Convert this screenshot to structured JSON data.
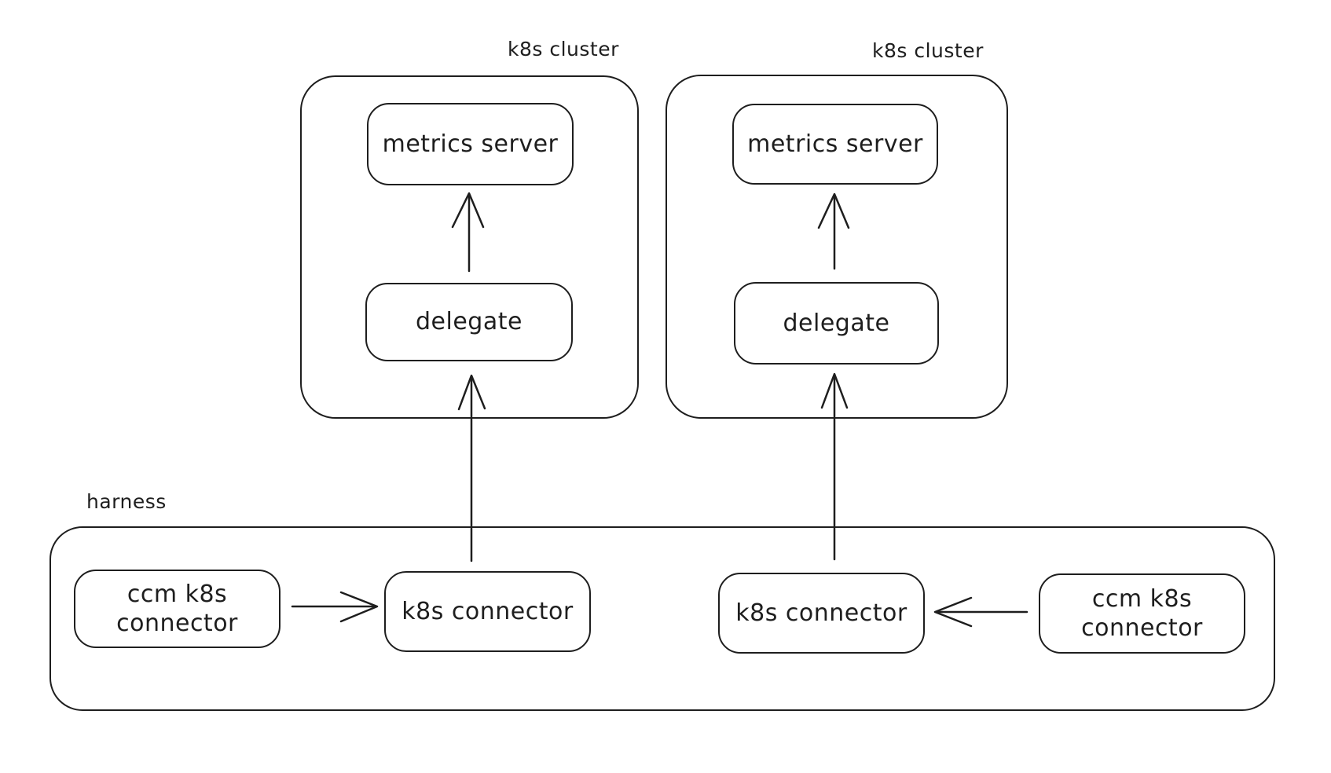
{
  "colors": {
    "stroke": "#1e1e1e",
    "background": "#ffffff"
  },
  "clusters": [
    {
      "label": "k8s cluster",
      "metrics_server": "metrics server",
      "delegate": "delegate"
    },
    {
      "label": "k8s cluster",
      "metrics_server": "metrics server",
      "delegate": "delegate"
    }
  ],
  "harness": {
    "label": "harness",
    "ccm_connector_left": "ccm k8s connector",
    "k8s_connector_left": "k8s connector",
    "k8s_connector_right": "k8s connector",
    "ccm_connector_right": "ccm k8s connector"
  },
  "edges": [
    {
      "from": "delegate (left cluster)",
      "to": "metrics server (left cluster)",
      "direction": "up"
    },
    {
      "from": "delegate (right cluster)",
      "to": "metrics server (right cluster)",
      "direction": "up"
    },
    {
      "from": "k8s connector (harness left)",
      "to": "delegate (left cluster)",
      "direction": "up"
    },
    {
      "from": "k8s connector (harness right)",
      "to": "delegate (right cluster)",
      "direction": "up"
    },
    {
      "from": "ccm k8s connector (harness left)",
      "to": "k8s connector (harness left)",
      "direction": "right"
    },
    {
      "from": "ccm k8s connector (harness right)",
      "to": "k8s connector (harness right)",
      "direction": "left"
    }
  ]
}
